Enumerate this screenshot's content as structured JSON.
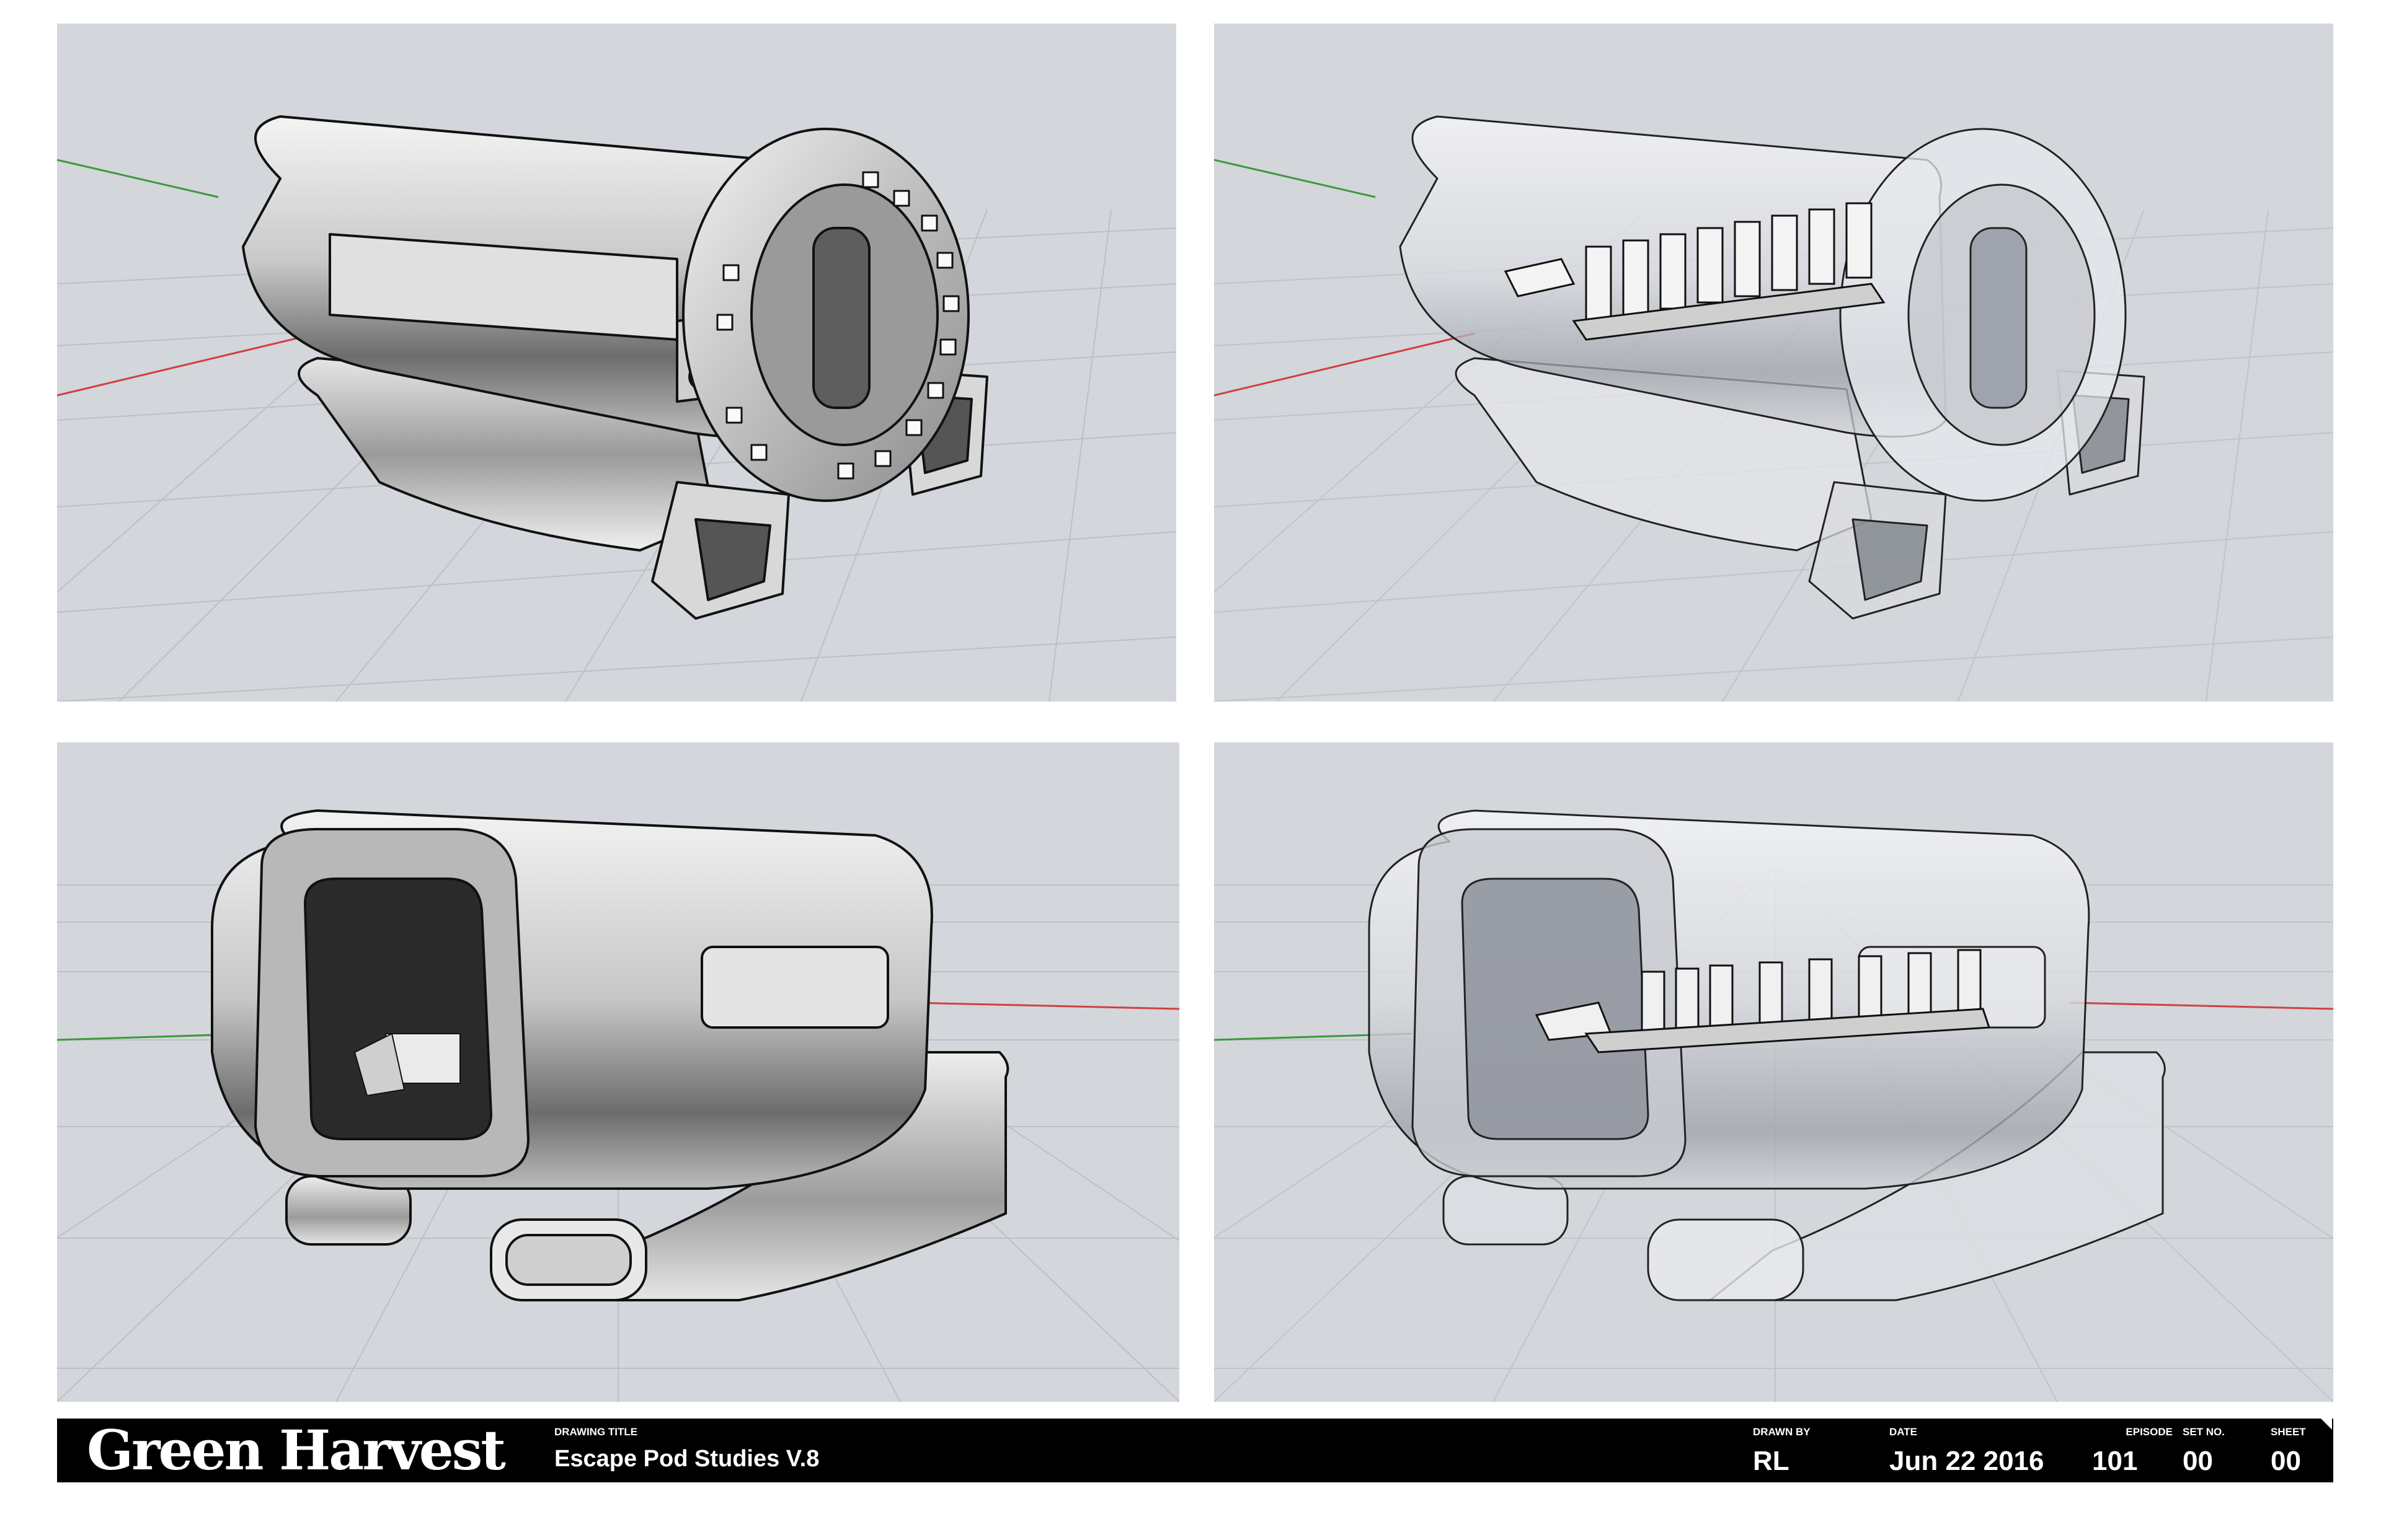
{
  "title_block": {
    "show_title": "Green Harvest",
    "drawing_title_label": "DRAWING TITLE",
    "drawing_title": "Escape Pod Studies V.8",
    "drawn_by_label": "DRAWN BY",
    "drawn_by": "RL",
    "date_label": "DATE",
    "date": "Jun 22 2016",
    "episode_label": "EPISODE",
    "episode": "101",
    "set_no_label": "SET NO.",
    "set_no": "00",
    "sheet_label": "SHEET",
    "sheet": "00"
  },
  "viewports": [
    {
      "view": "3/4 rear perspective",
      "shading": "solid"
    },
    {
      "view": "3/4 rear perspective",
      "shading": "x-ray",
      "interior": "seats"
    },
    {
      "view": "3/4 front perspective",
      "shading": "solid"
    },
    {
      "view": "3/4 front perspective",
      "shading": "x-ray",
      "interior": "seats"
    }
  ],
  "colors": {
    "viewport_bg": "#d3d6db",
    "grid_line": "#bcc0c6",
    "axis_x": "#d04040",
    "axis_y": "#3a9a3a",
    "title_bar": "#000000",
    "title_text": "#ffffff"
  }
}
